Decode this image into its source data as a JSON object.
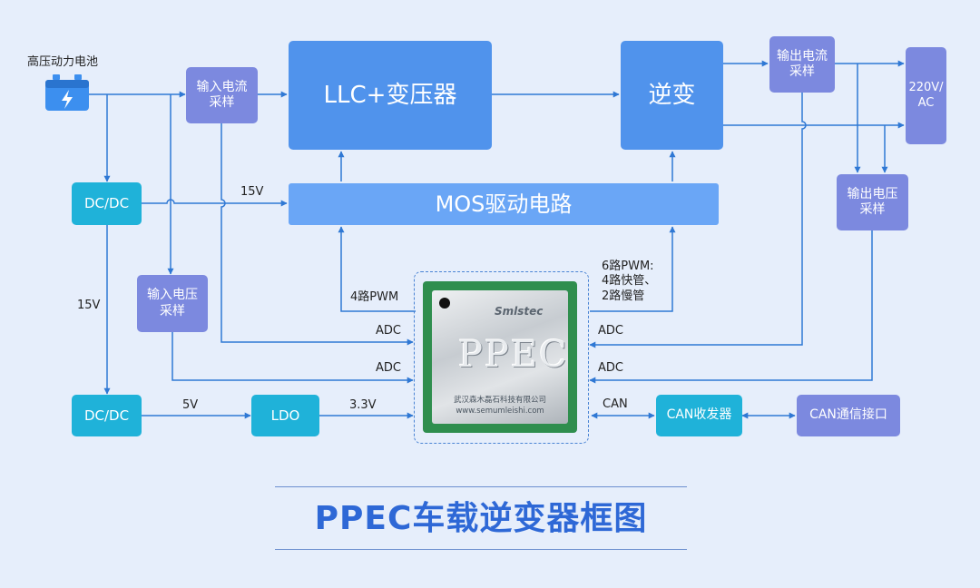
{
  "battery": {
    "label": "高压动力电池"
  },
  "blocks": {
    "llc": "LLC+变压器",
    "inverter": "逆变",
    "mos": "MOS驱动电路",
    "in_current": "输入电流\n采样",
    "in_voltage": "输入电压\n采样",
    "out_current": "输出电流\n采样",
    "out_voltage": "输出电压\n采样",
    "ac_out": "220V/\nAC",
    "dcdc_top": "DC/DC",
    "dcdc_bottom": "DC/DC",
    "ldo": "LDO",
    "can_transceiver": "CAN收发器",
    "can_port": "CAN通信接口"
  },
  "chip": {
    "logo": "Smlstec",
    "name": "PPEC",
    "company_cn": "武汉森木磊石科技有限公司",
    "website": "www.semumleishi.com"
  },
  "labels": {
    "v15_top": "15V",
    "v15_left": "15V",
    "v5": "5V",
    "v33": "3.3V",
    "pwm4": "4路PWM",
    "pwm6": "6路PWM:\n4路快管、\n2路慢管",
    "adc_left_1": "ADC",
    "adc_left_2": "ADC",
    "adc_right_1": "ADC",
    "adc_right_2": "ADC",
    "can": "CAN"
  },
  "title": "PPEC车载逆变器框图",
  "colors": {
    "background": "#e6eefb",
    "wire": "#2f78d4",
    "block_blue": "#5093ec",
    "block_light_blue": "#6aa6f6",
    "block_purple": "#7c89df",
    "block_teal": "#1fb2d9",
    "title": "#2e68d6"
  }
}
